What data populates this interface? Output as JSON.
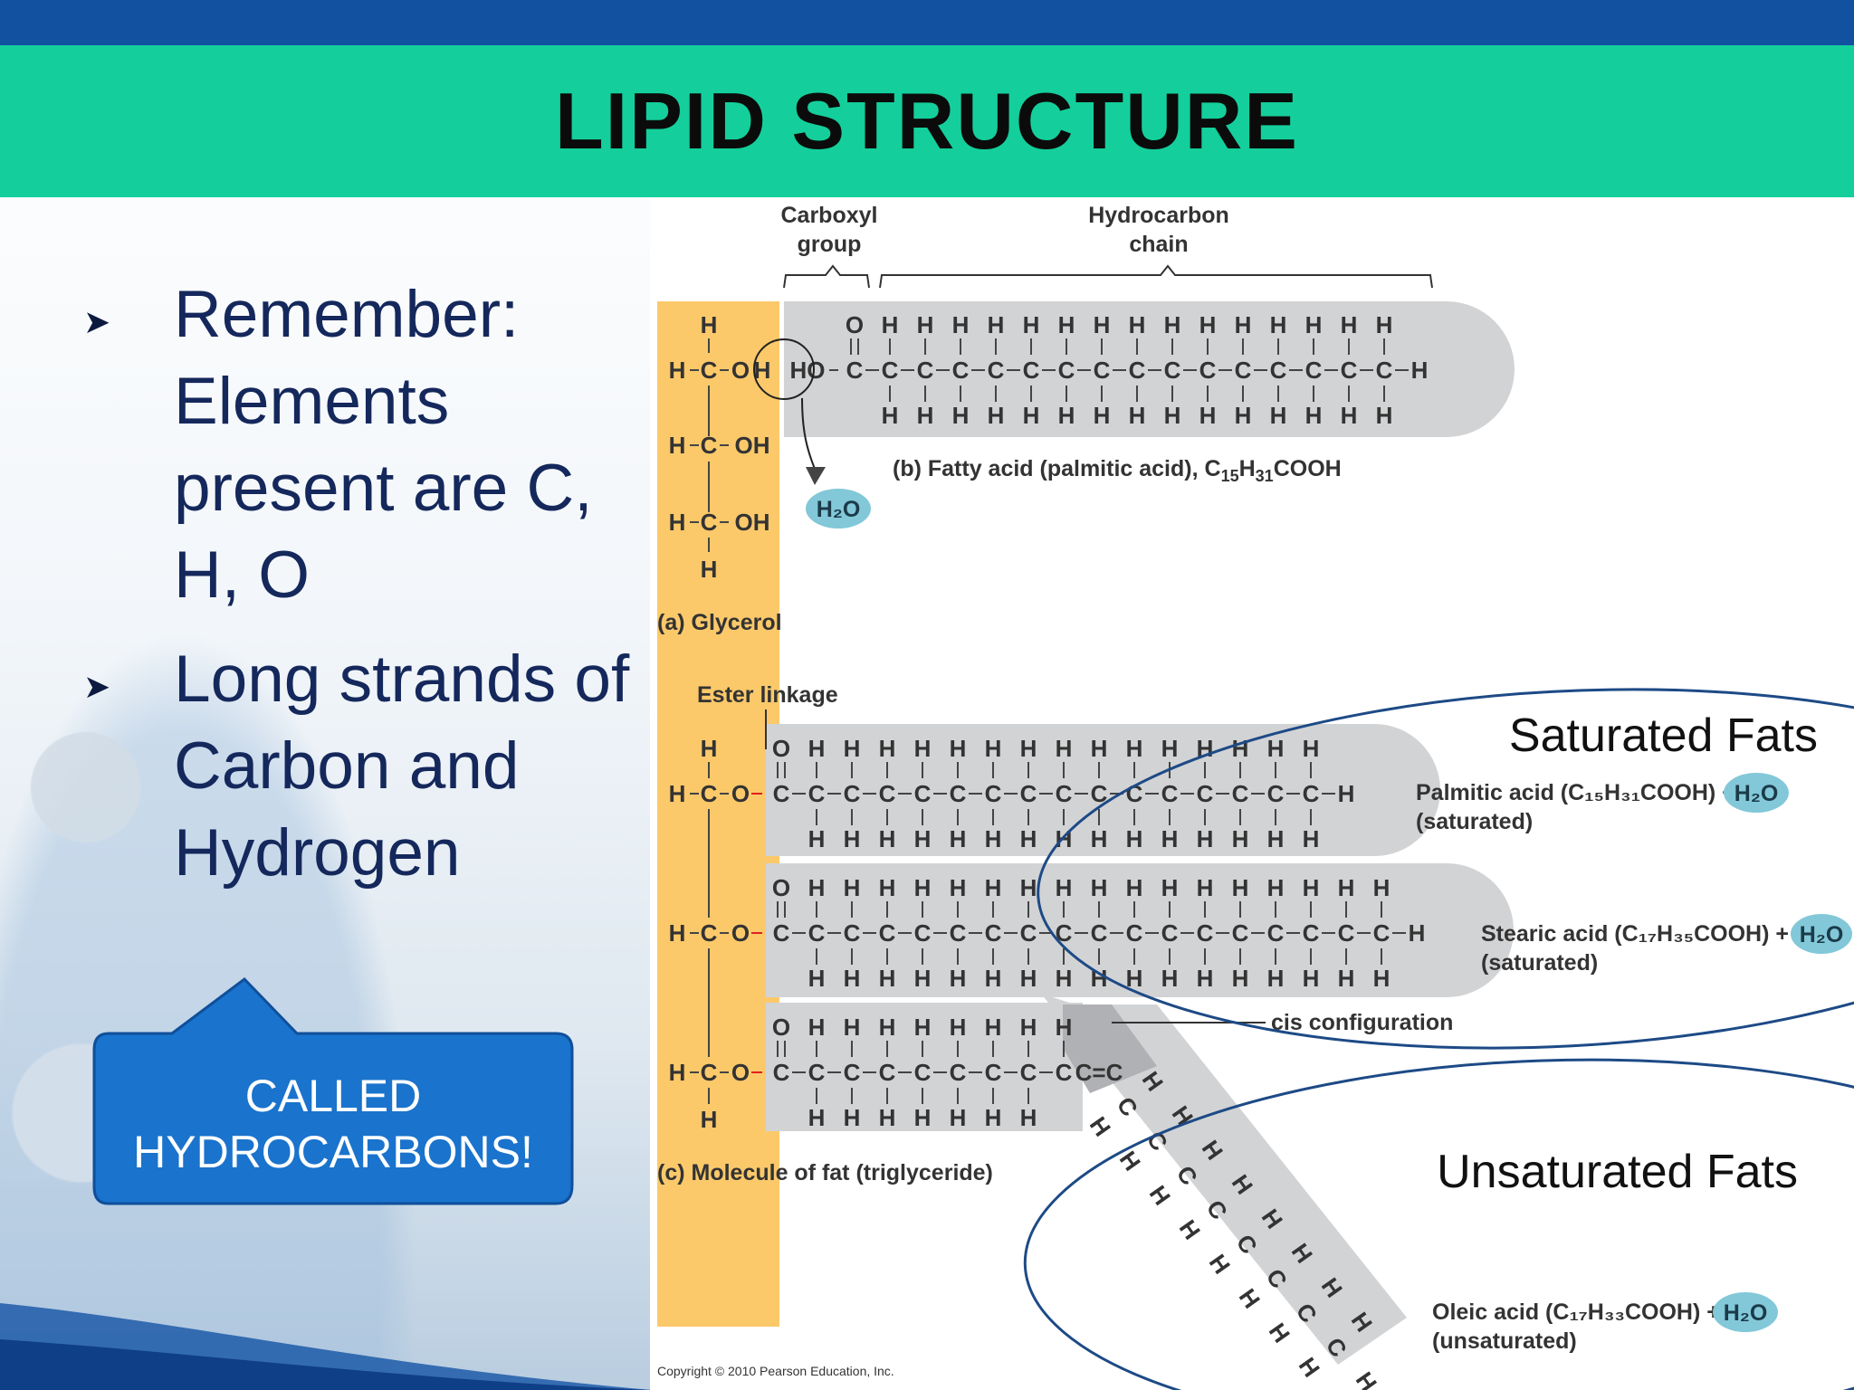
{
  "slide": {
    "title": "LIPID STRUCTURE",
    "bullets": [
      {
        "text": "Remember: Elements present are C, H, O",
        "icon": "arrowhead-bullet-icon"
      },
      {
        "text": "Long strands of Carbon and Hydrogen",
        "icon": "arrowhead-bullet-icon"
      }
    ],
    "callout": {
      "line1": "CALLED",
      "line2": "HYDROCARBONS!"
    }
  },
  "figure": {
    "carboxyl_label_1": "Carboxyl",
    "carboxyl_label_2": "group",
    "hydrocarbon_label_1": "Hydrocarbon",
    "hydrocarbon_label_2": "chain",
    "caption_a": "(a) Glycerol",
    "caption_b_prefix": "(b) Fatty acid (palmitic acid), C",
    "caption_b_sub1": "15",
    "caption_b_mid": "H",
    "caption_b_sub2": "31",
    "caption_b_suffix": "COOH",
    "ester_label": "Ester linkage",
    "cis_label": "cis configuration",
    "caption_c": "(c) Molecule of fat (triglyceride)",
    "water": "H₂O",
    "palmitic_line1": "Palmitic acid (C₁₅H₃₁COOH) +",
    "palmitic_line2": "(saturated)",
    "stearic_line1": "Stearic acid (C₁₇H₃₅COOH) +",
    "stearic_line2": "(saturated)",
    "oleic_line1": "Oleic acid (C₁₇H₃₃COOH) +",
    "oleic_line2": "(unsaturated)",
    "saturated_label": "Saturated Fats",
    "unsaturated_label": "Unsaturated Fats",
    "copyright": "Copyright © 2010 Pearson Education, Inc.",
    "atoms": {
      "H": "H",
      "C": "C",
      "O": "O",
      "OH": "OH",
      "HO": "HO",
      "C_eq": "C=C"
    },
    "colors": {
      "glycerol": "#fbc96a",
      "chain": "#d2d3d5",
      "water": "#82c8d8",
      "ellipse": "#1d4a86",
      "ester": "#e02020"
    }
  }
}
